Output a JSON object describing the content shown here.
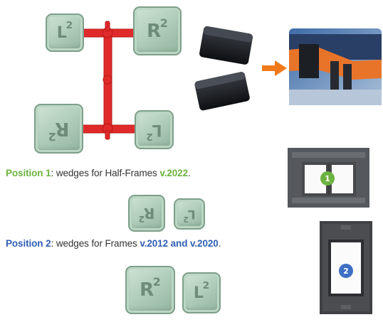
{
  "wedge_labels": {
    "top_left": {
      "letter": "L",
      "num": "2"
    },
    "top_right": {
      "letter": "R",
      "num": "2"
    },
    "bottom_left": {
      "letter": "R",
      "num": "2"
    },
    "bottom_right": {
      "letter": "L",
      "num": "2"
    },
    "mid_a": {
      "letter": "R",
      "num": "2"
    },
    "mid_b": {
      "letter": "L",
      "num": "2"
    },
    "low_a": {
      "letter": "R",
      "num": "2"
    },
    "low_b": {
      "letter": "L",
      "num": "2"
    }
  },
  "position1": {
    "label": "Position 1",
    "text": ": wedges for Half-Frames ",
    "version": "v.2022",
    "end": "."
  },
  "position2": {
    "label": "Position 2",
    "text": ": wedges for Frames ",
    "version": "v.2012 and v.2020",
    "end": "."
  },
  "badges": {
    "one": "1",
    "two": "2"
  },
  "colors": {
    "position1_accent": "#6db33f",
    "position2_accent": "#2f5fb3",
    "sprue_red": "#e02a2a",
    "arrow_orange": "#f07a1a",
    "wedge_green": "#a9c7b4"
  },
  "icons": {
    "arrow": "arrow-right-icon"
  }
}
